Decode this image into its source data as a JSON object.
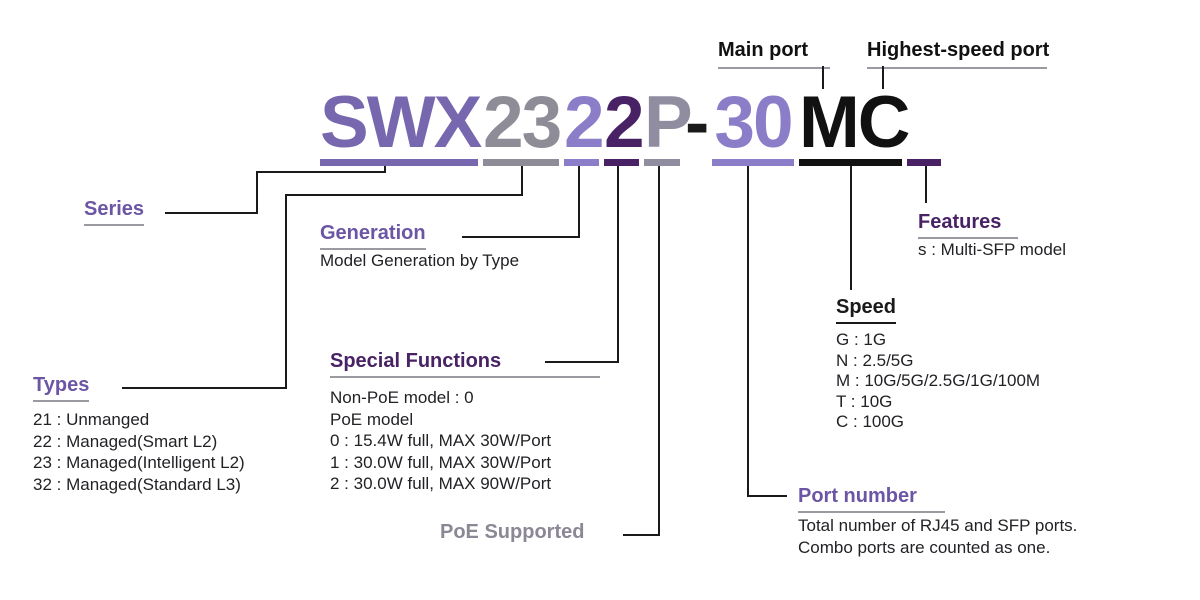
{
  "model": {
    "full": "SWX2322P-30MC",
    "segments": [
      {
        "part": "series",
        "text": "SWX",
        "color": "#7767ae"
      },
      {
        "part": "type",
        "text": "23",
        "color": "#8e8c96"
      },
      {
        "part": "generation",
        "text": "2",
        "color": "#8c7dc9"
      },
      {
        "part": "special-function",
        "text": "2",
        "color": "#482264"
      },
      {
        "part": "poe-supported",
        "text": "P",
        "color": "#908da0"
      },
      {
        "part": "hyphen",
        "text": "-",
        "color": "#1a1a1a"
      },
      {
        "part": "port-number",
        "text": "30",
        "color": "#8c7dc9"
      },
      {
        "part": "port-speed",
        "text": "MC",
        "color": "#111111"
      },
      {
        "part": "features-blank",
        "text": "",
        "color": "#482264"
      }
    ]
  },
  "callouts": {
    "series": {
      "title": "Series"
    },
    "types": {
      "title": "Types",
      "items": [
        "21 : Unmanged",
        "22 : Managed(Smart L2)",
        "23 : Managed(Intelligent L2)",
        "32 : Managed(Standard L3)"
      ]
    },
    "generation": {
      "title": "Generation",
      "description": "Model Generation by Type"
    },
    "special_functions": {
      "title": "Special Functions",
      "items": [
        "Non-PoE model : 0",
        "PoE model",
        "0 : 15.4W full, MAX 30W/Port",
        "1 : 30.0W full, MAX 30W/Port",
        "2 : 30.0W full, MAX 90W/Port"
      ]
    },
    "poe_supported": {
      "title": "PoE Supported"
    },
    "main_port": {
      "title": "Main port"
    },
    "highest_speed_port": {
      "title": "Highest-speed port"
    },
    "speed": {
      "title": "Speed",
      "items": [
        "G : 1G",
        "N : 2.5/5G",
        "M : 10G/5G/2.5G/1G/100M",
        "T : 10G",
        "C : 100G"
      ]
    },
    "port_number": {
      "title": "Port number",
      "description_lines": [
        "Total number of RJ45 and SFP ports.",
        "Combo ports are counted as one."
      ]
    },
    "features": {
      "title": "Features",
      "description": "s : Multi-SFP model"
    }
  },
  "colors": {
    "series_text": "#7767ae",
    "type_text": "#8e8c96",
    "generation_text": "#8c7dc9",
    "special_function_text": "#482264",
    "port_number_text": "#8c7dc9",
    "speed_text": "#111111",
    "label_purple": "#6b55a4",
    "label_dark_purple": "#482264",
    "label_gray": "#8b8795",
    "label_black": "#1a1a1a",
    "underline_gray": "#9a9aa0",
    "connector_black": "#1a1a1a"
  }
}
